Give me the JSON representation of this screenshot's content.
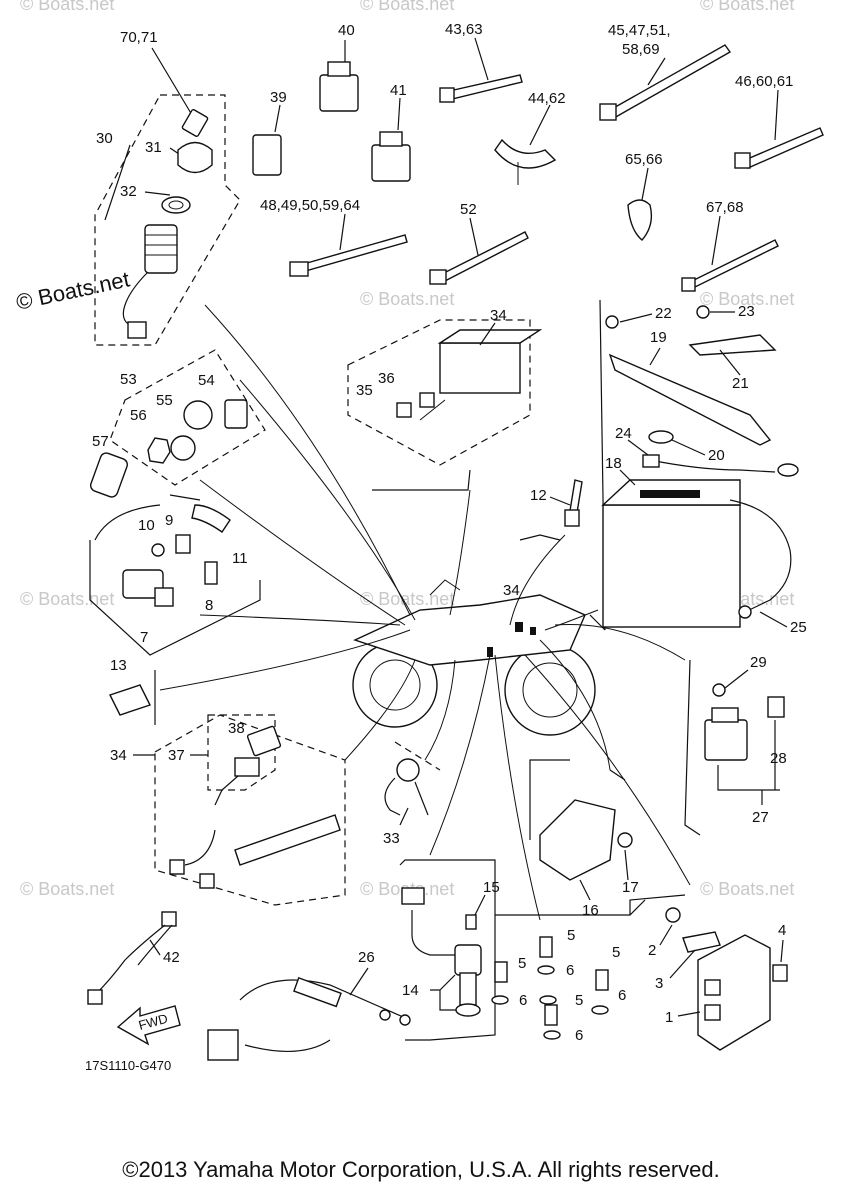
{
  "watermarks": {
    "primary": "© Boats.net",
    "faint": "© Boats.net"
  },
  "labels": {
    "l1": "1",
    "l2": "2",
    "l3": "3",
    "l4": "4",
    "l5": "5",
    "l6": "6",
    "l7": "7",
    "l8": "8",
    "l9": "9",
    "l10": "10",
    "l11": "11",
    "l12": "12",
    "l13": "13",
    "l14": "14",
    "l15": "15",
    "l16": "16",
    "l17": "17",
    "l18": "18",
    "l19": "19",
    "l20": "20",
    "l21": "21",
    "l22": "22",
    "l23": "23",
    "l24": "24",
    "l25": "25",
    "l26": "26",
    "l27": "27",
    "l28": "28",
    "l29": "29",
    "l30": "30",
    "l31": "31",
    "l32": "32",
    "l33": "33",
    "l34": "34",
    "l35": "35",
    "l36": "36",
    "l37": "37",
    "l38": "38",
    "l39": "39",
    "l40": "40",
    "l41": "41",
    "l42": "42",
    "l43_63": "43,63",
    "l44_62": "44,62",
    "l45_1": "45,47,51,",
    "l45_2": "58,69",
    "l46": "46,60,61",
    "l48": "48,49,50,59,64",
    "l52": "52",
    "l53": "53",
    "l54": "54",
    "l55": "55",
    "l56": "56",
    "l57": "57",
    "l65": "65,66",
    "l67": "67,68",
    "l70": "70,71",
    "fwd": "FWD"
  },
  "diagram_code": "17S1110-G470",
  "copyright": "©2013 Yamaha Motor Corporation, U.S.A. All rights reserved."
}
